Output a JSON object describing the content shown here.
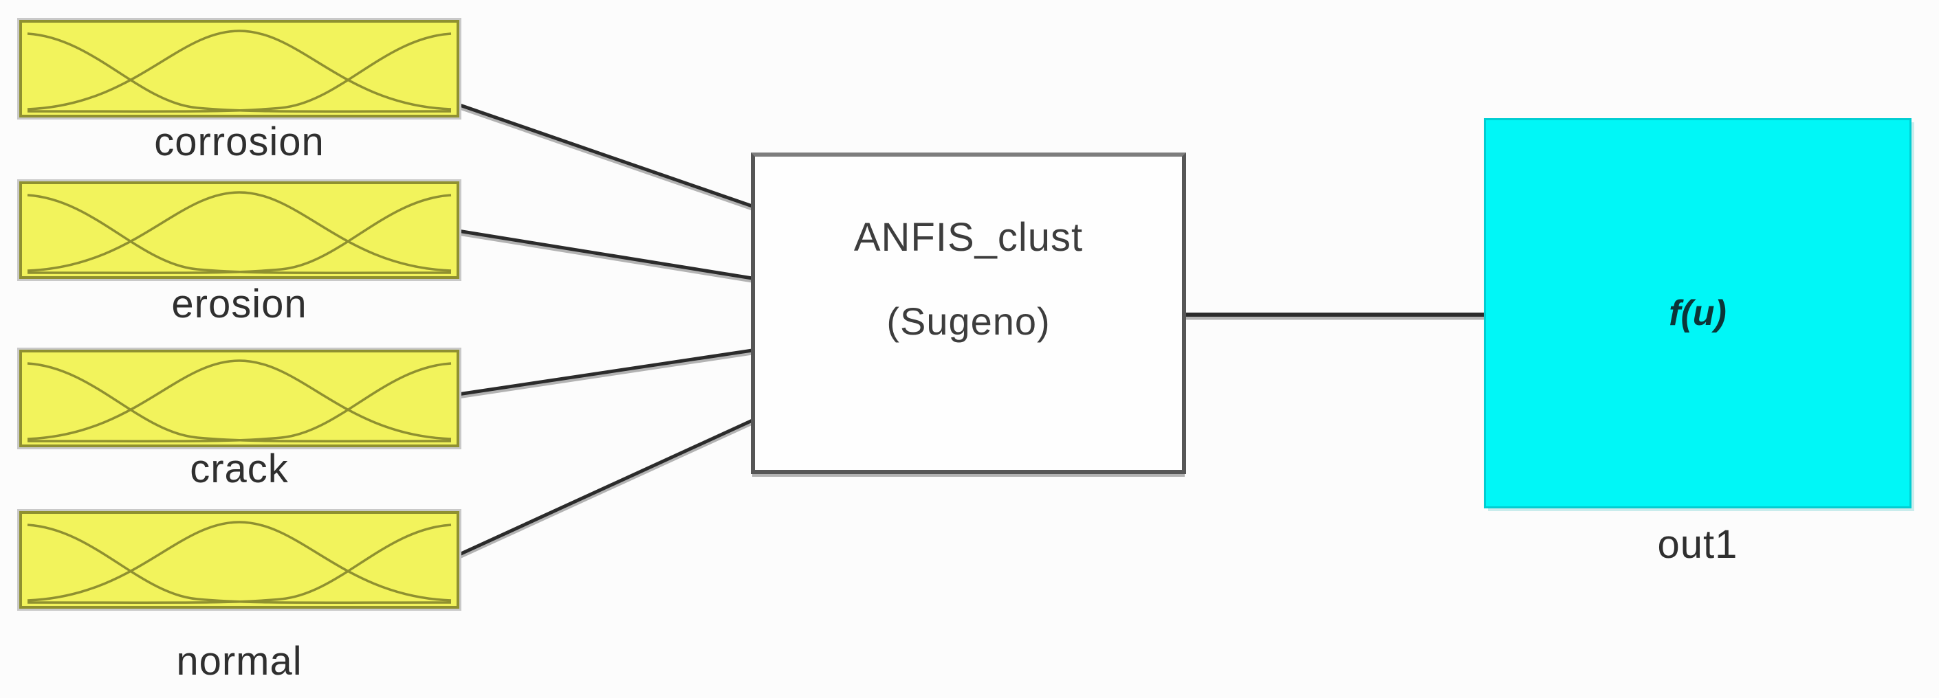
{
  "diagram": {
    "inputs": [
      {
        "label": "corrosion"
      },
      {
        "label": "erosion"
      },
      {
        "label": "crack"
      },
      {
        "label": "normal"
      }
    ],
    "system": {
      "name": "ANFIS_clust",
      "type": "(Sugeno)"
    },
    "output": {
      "function": "f(u)",
      "label": "out1"
    }
  },
  "colors": {
    "background": "#fcfcfc",
    "input_fill": "#f2f35c",
    "input_border": "#8f9030",
    "mf_curve": "#8f9030",
    "system_fill": "#fefefe",
    "system_border": "#565656",
    "system_text": "#3d3d3d",
    "output_fill": "#00f7f7",
    "output_border": "#00ced2",
    "output_text": "#0c3538",
    "wire": "#2b2b2b",
    "wire_shadow": "#b3b3b3",
    "label_text": "#2f2f2f"
  }
}
